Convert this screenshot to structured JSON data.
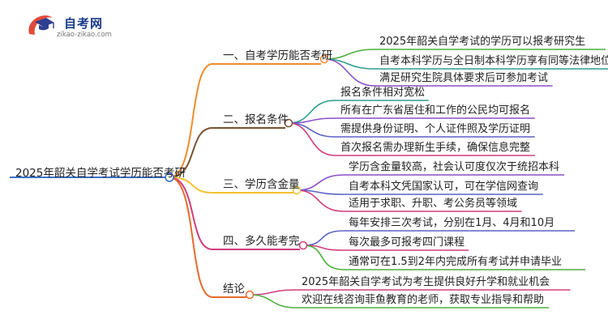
{
  "logo": {
    "name": "自考网",
    "domain": "zikao-zikao.com",
    "icon": "graduation-cap-icon"
  },
  "root": {
    "label": "2025年韶关自学考试学历能否考研"
  },
  "branches": [
    {
      "label": "一、自考学历能否考研",
      "color": "#f08c2e",
      "children": [
        "2025年韶关自学考试的学历可以报考研究生",
        "自考本科学历与全日制本科学历享有同等法律地位",
        "满足研究生院具体要求后可参加考试"
      ]
    },
    {
      "label": "二、报名条件",
      "color": "#7a5230",
      "children": [
        "报名条件相对宽松",
        "所有在广东省居住和工作的公民均可报名",
        "需提供身份证明、个人证件照及学历证明",
        "首次报名需办理新生手续，确保信息完整"
      ]
    },
    {
      "label": "三、学历含金量",
      "color": "#f2c230",
      "children": [
        "学历含金量较高，社会认可度仅次于统招本科",
        "自考本科文凭国家认可，可在学信网查询",
        "适用于求职、升职、考公务员等领域"
      ]
    },
    {
      "label": "四、多久能考完",
      "color": "#d23c7c",
      "children": [
        "每年安排三次考试，分别在1月、4月和10月",
        "每次最多可报考四门课程",
        "通常可在1.5到2年内完成所有考试并申请毕业"
      ]
    },
    {
      "label": "结论",
      "color": "#e86a2c",
      "children": [
        "2025年韶关自学考试为考生提供良好升学和就业机会",
        "欢迎在线咨询菲鱼教育的老师，获取专业指导和帮助"
      ]
    }
  ],
  "colors": {
    "root_line": "#3c6fc8",
    "leaf_lines": [
      "#4caf3c",
      "#2e9e8e",
      "#8a4fc8",
      "#5a62c8",
      "#d23c7c"
    ]
  }
}
